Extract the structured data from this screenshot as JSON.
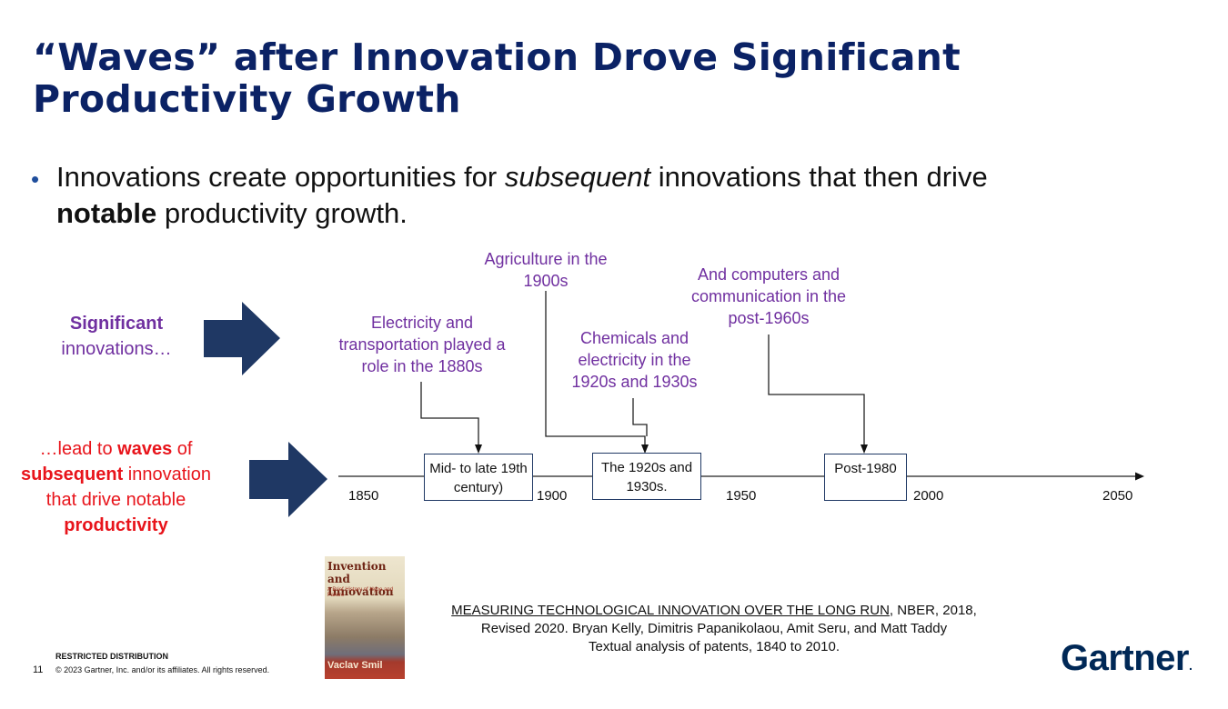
{
  "title": "“Waves” after Innovation Drove Significant Productivity Growth",
  "bullet": {
    "dot": "•",
    "part1": "Innovations create opportunities for ",
    "italic": "subsequent",
    "part2": " innovations that then drive ",
    "bold": "notable",
    "part3": " productivity growth."
  },
  "left_top": {
    "bold": "Significant",
    "text": "innovations…"
  },
  "left_bottom": {
    "p1": "…lead to ",
    "waves": "waves",
    "p2": " of",
    "subsequent": "subsequent",
    "p3": " innovation",
    "line3": "that drive notable",
    "productivity": "productivity"
  },
  "labels": {
    "electricity": "Electricity and transportation played a role in the 1880s",
    "agriculture": "Agriculture in the 1900s",
    "chemicals": "Chemicals and electricity in the 1920s and 1930s",
    "computers": "And computers and communication in the post-1960s"
  },
  "boxes": {
    "mid": "Mid- to late 19th century)",
    "twenties": "The 1920s and 1930s.",
    "post": "Post-1980"
  },
  "years": [
    "1850",
    "1900",
    "1950",
    "2000",
    "2050"
  ],
  "book": {
    "title": "Invention and Innovation",
    "subtitle": "A Brief History of Hype and Failure",
    "author": "Vaclav Smil"
  },
  "reference": {
    "link": "MEASURING TECHNOLOGICAL INNOVATION OVER THE LONG RUN",
    "after_link": ", NBER, 2018,",
    "line2": "Revised 2020.  Bryan Kelly, Dimitris Papanikolaou, Amit Seru, and Matt Taddy",
    "line3": "Textual analysis of patents, 1840 to 2010."
  },
  "footer": {
    "restricted": "RESTRICTED DISTRIBUTION",
    "page": "11",
    "copyright": "© 2023 Gartner, Inc. and/or its affiliates. All rights reserved."
  },
  "logo": {
    "text": "Gartner",
    "mark": "."
  },
  "colors": {
    "title": "#0b2265",
    "purple": "#7030a0",
    "red": "#e8141b",
    "arrow": "#1f3864"
  }
}
